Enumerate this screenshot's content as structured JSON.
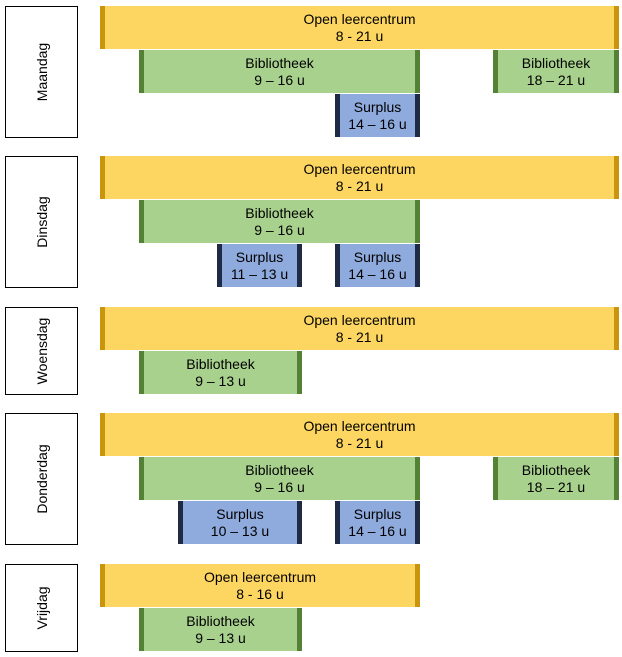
{
  "days": [
    {
      "name": "Maandag",
      "blocks": [
        {
          "type": "leercentrum",
          "title": "Open leercentrum",
          "time": "8 - 21 u"
        },
        {
          "type": "bibliotheek",
          "title": "Bibliotheek",
          "time": "9 – 16 u"
        },
        {
          "type": "bibliotheek",
          "title": "Bibliotheek",
          "time": "18 – 21 u"
        },
        {
          "type": "surplus",
          "title": "Surplus",
          "time": "14 – 16 u"
        }
      ]
    },
    {
      "name": "Dinsdag",
      "blocks": [
        {
          "type": "leercentrum",
          "title": "Open leercentrum",
          "time": "8 - 21 u"
        },
        {
          "type": "bibliotheek",
          "title": "Bibliotheek",
          "time": "9 – 16 u"
        },
        {
          "type": "surplus",
          "title": "Surplus",
          "time": "11 – 13 u"
        },
        {
          "type": "surplus",
          "title": "Surplus",
          "time": "14 – 16 u"
        }
      ]
    },
    {
      "name": "Woensdag",
      "blocks": [
        {
          "type": "leercentrum",
          "title": "Open leercentrum",
          "time": "8 - 21 u"
        },
        {
          "type": "bibliotheek",
          "title": "Bibliotheek",
          "time": "9 – 13 u"
        }
      ]
    },
    {
      "name": "Donderdag",
      "blocks": [
        {
          "type": "leercentrum",
          "title": "Open leercentrum",
          "time": "8 - 21 u"
        },
        {
          "type": "bibliotheek",
          "title": "Bibliotheek",
          "time": "9 – 16 u"
        },
        {
          "type": "bibliotheek",
          "title": "Bibliotheek",
          "time": "18 – 21 u"
        },
        {
          "type": "surplus",
          "title": "Surplus",
          "time": "10 – 13 u"
        },
        {
          "type": "surplus",
          "title": "Surplus",
          "time": "14 – 16 u"
        }
      ]
    },
    {
      "name": "Vrijdag",
      "blocks": [
        {
          "type": "leercentrum",
          "title": "Open leercentrum",
          "time": "8 - 16 u"
        },
        {
          "type": "bibliotheek",
          "title": "Bibliotheek",
          "time": "9 – 13 u"
        }
      ]
    }
  ]
}
